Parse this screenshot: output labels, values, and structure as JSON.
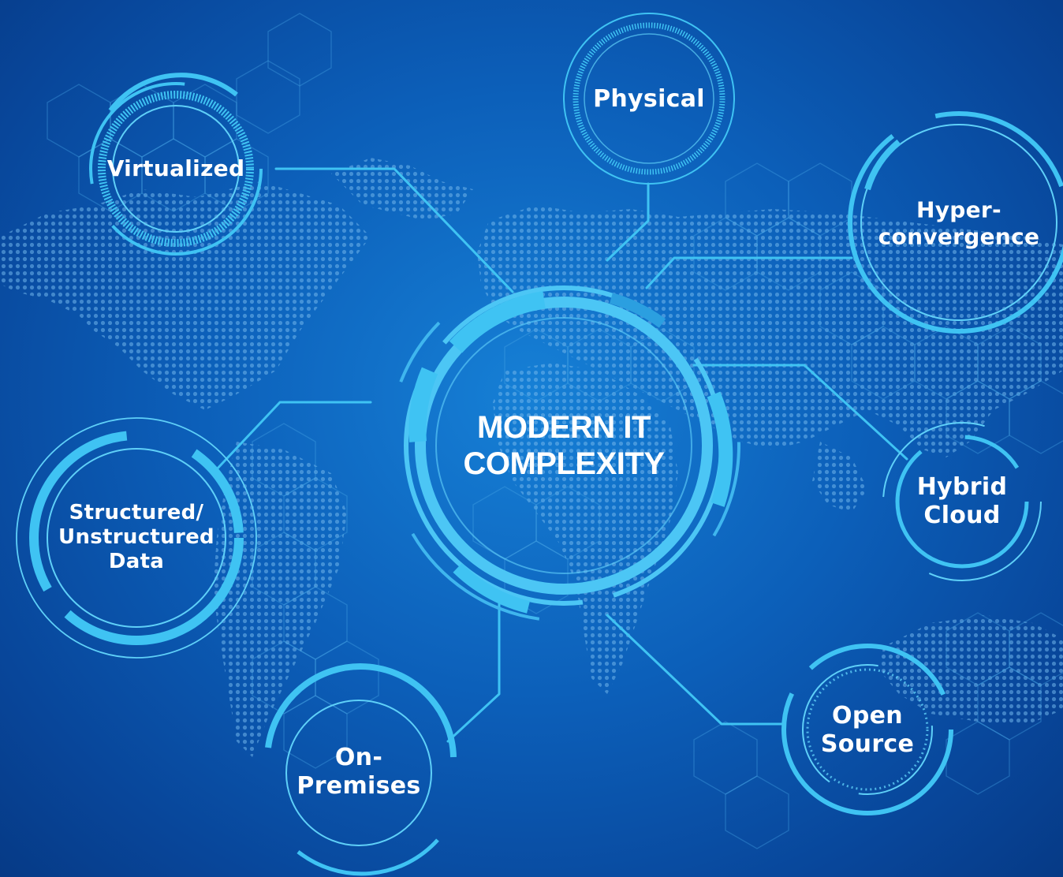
{
  "center": {
    "text": "MODERN IT\nCOMPLEXITY"
  },
  "nodes": [
    {
      "id": "virtualized",
      "text": "Virtualized"
    },
    {
      "id": "physical",
      "text": "Physical"
    },
    {
      "id": "hyperconvergence",
      "text": "Hyper-\nconvergence"
    },
    {
      "id": "hybrid-cloud",
      "text": "Hybrid\nCloud"
    },
    {
      "id": "open-source",
      "text": "Open\nSource"
    },
    {
      "id": "on-premises",
      "text": "On-\nPremises"
    },
    {
      "id": "structured-data",
      "text": "Structured/\nUnstructured\nData"
    }
  ],
  "colors": {
    "accent": "#3fc3f3",
    "accent_light": "#7fdcff",
    "background": "#0c5fb9"
  }
}
